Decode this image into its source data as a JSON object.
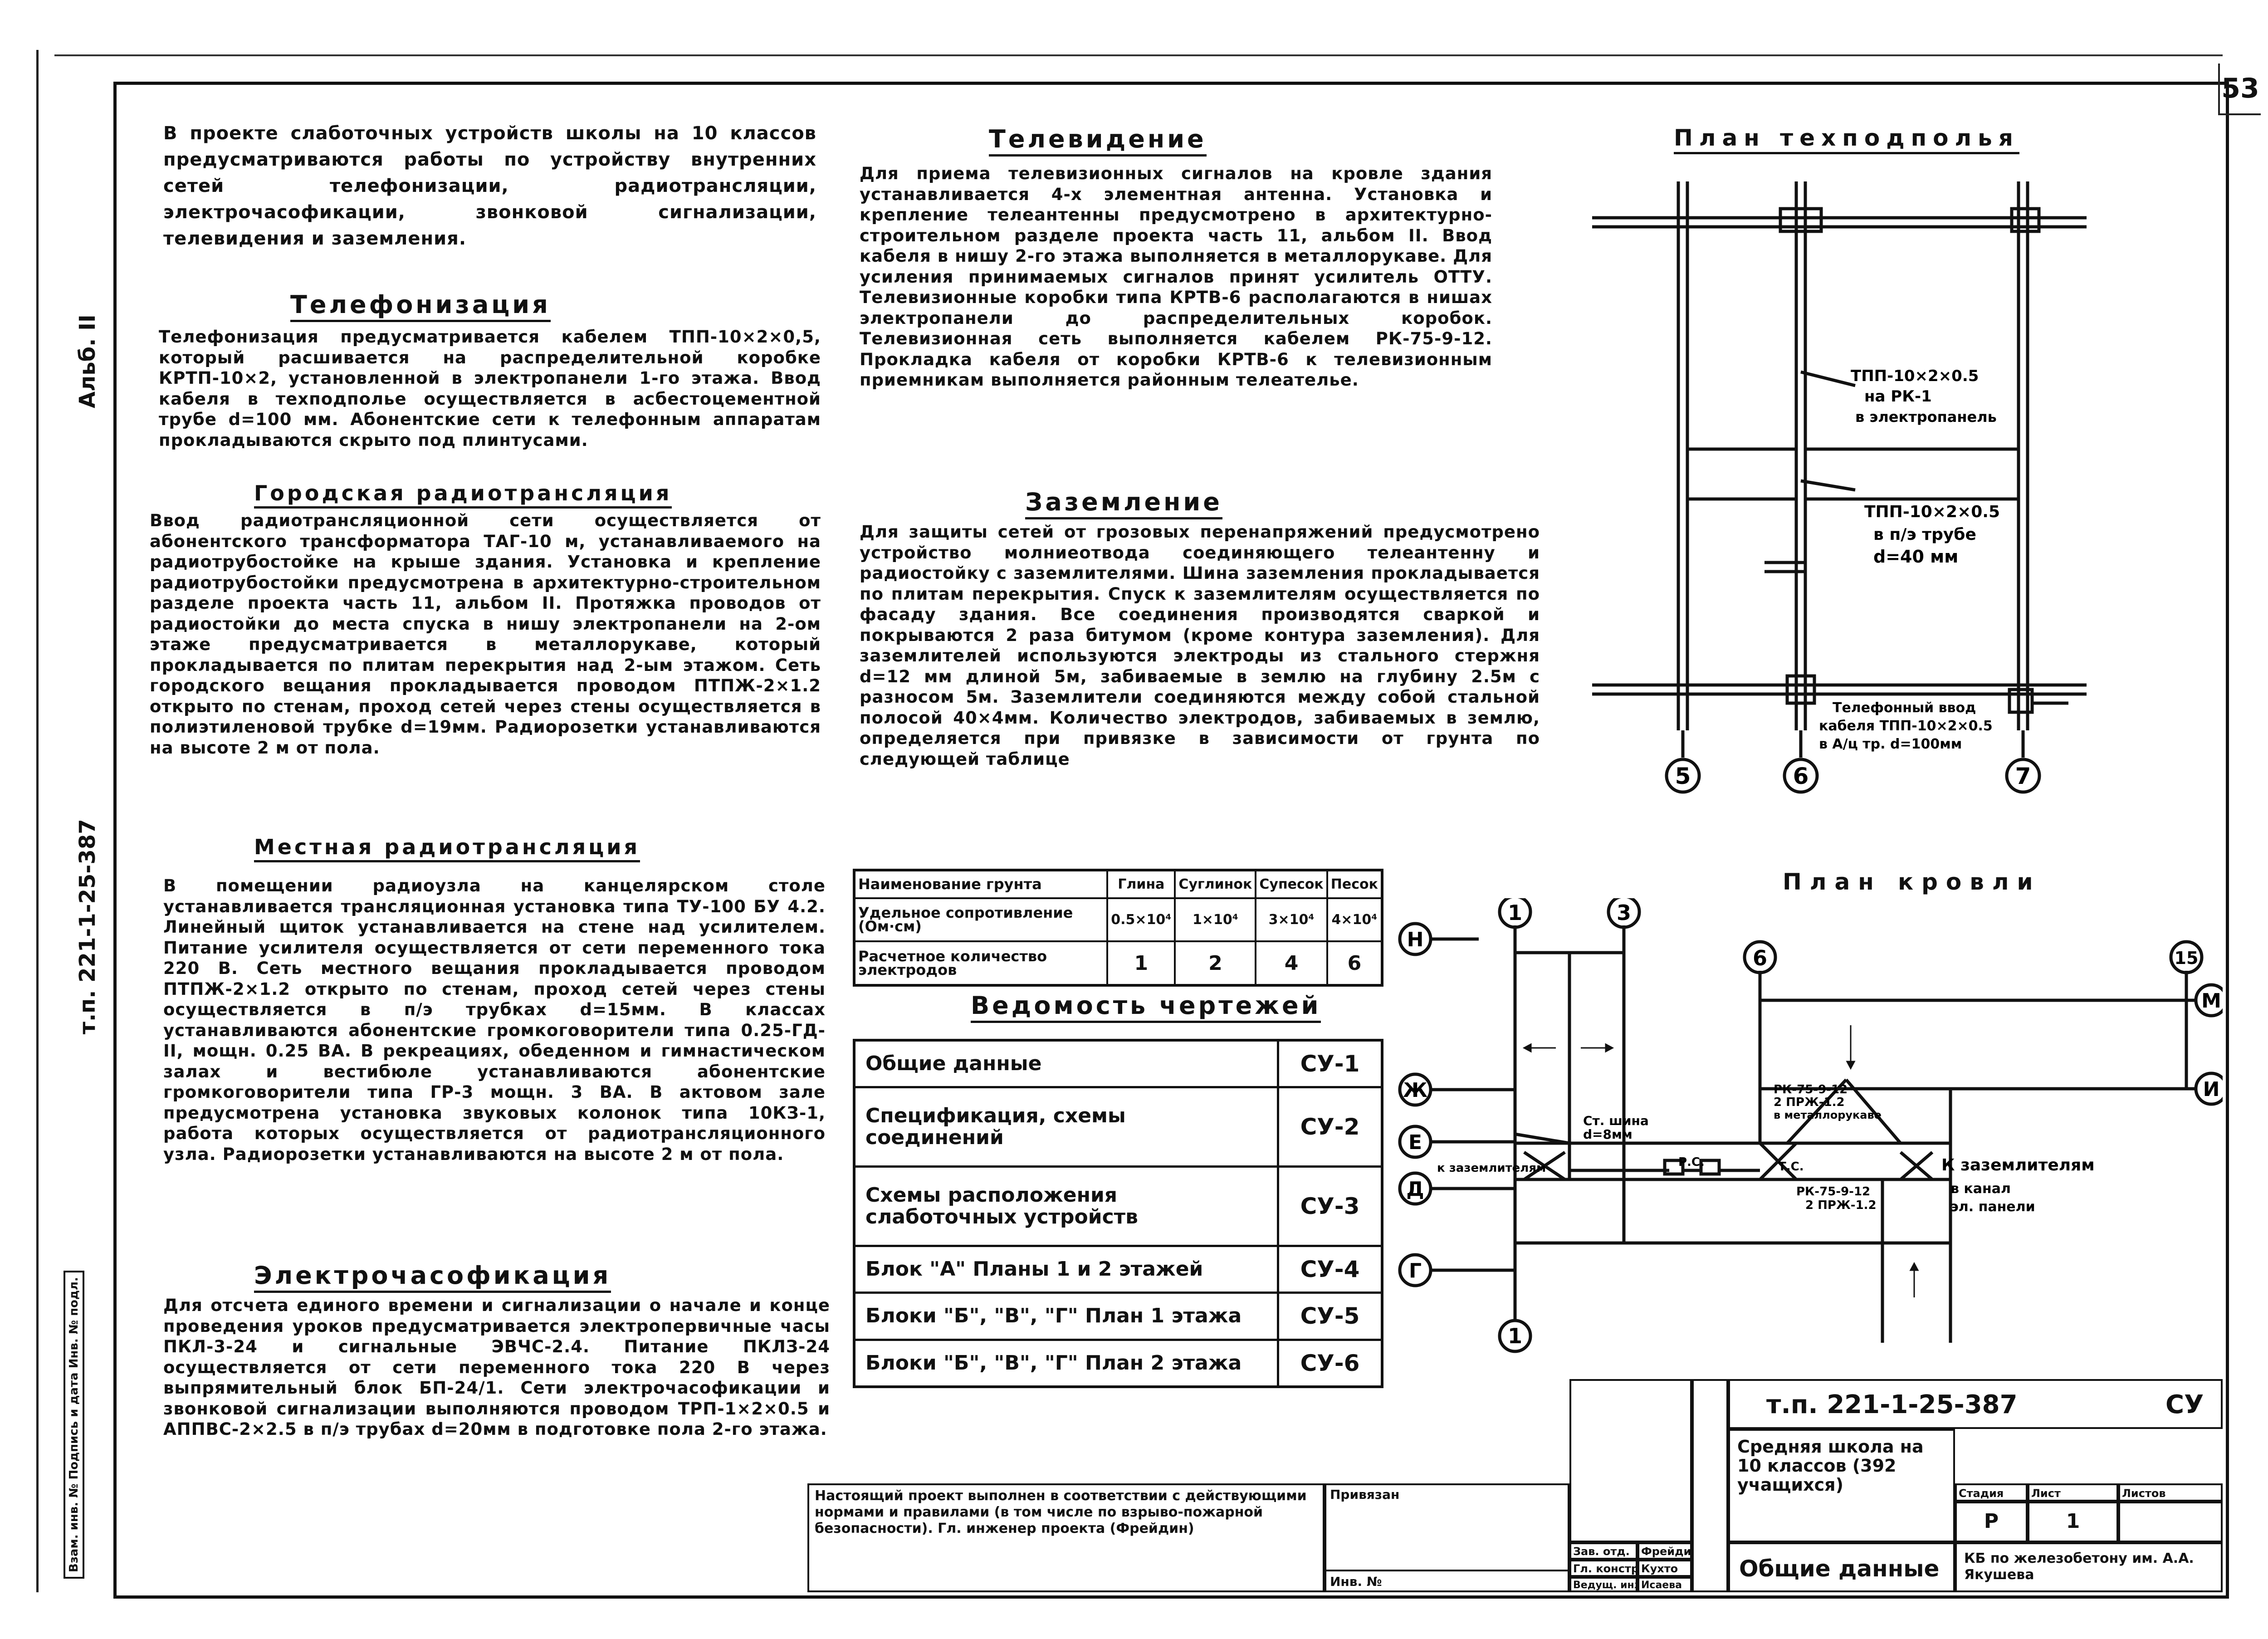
{
  "page_number": "53",
  "side": {
    "album": "Альб. II",
    "project_code": "т.п. 221-1-25-387",
    "stamp": "Взам. инв. № Подпись и дата Инв. № подл."
  },
  "intro": "В проекте слаботочных устройств школы на 10 классов предусматриваются работы по устройству внутренних сетей телефонизации, радиотрансляции, электрочасофикации, звонковой сигнализации, телевидения и заземления.",
  "sections": {
    "telephone": {
      "title": "Телефонизация",
      "text": "Телефонизация предусматривается кабелем ТПП-10×2×0,5, который расшивается на распределительной коробке КРТП-10×2, установленной в электропанели 1-го этажа. Ввод кабеля в техподполье осуществляется в асбестоцементной трубе d=100 мм. Абонентские сети к телефонным аппаратам прокладываются скрыто под плинтусами."
    },
    "radio_city": {
      "title": "Городская радиотрансляция",
      "text": "Ввод радиотрансляционной сети осуществляется от абонентского трансформатора ТАГ-10 м, устанавливаемого на радиотрубостойке на крыше здания. Установка и крепление радиотрубостойки предусмотрена в архитектурно-строительном разделе проекта часть 11, альбом II. Протяжка проводов от радиостойки до места спуска в нишу электропанели на 2-ом этаже предусматривается в металлорукаве, который прокладывается по плитам перекрытия над 2-ым этажом. Сеть городского вещания прокладывается проводом ПТПЖ-2×1.2 открыто по стенам, проход сетей через стены осуществляется в полиэтиленовой трубке d=19мм. Радиорозетки устанавливаются на высоте 2 м от пола."
    },
    "radio_local": {
      "title": "Местная радиотрансляция",
      "text": "В помещении радиоузла на канцелярском столе устанавливается трансляционная установка типа ТУ-100 БУ 4.2. Линейный щиток устанавливается на стене над усилителем. Питание усилителя осуществляется от сети переменного тока 220 В. Сеть местного вещания прокладывается проводом ПТПЖ-2×1.2 открыто по стенам, проход сетей через стены осуществляется в п/э трубках d=15мм. В классах устанавливаются абонентские громкоговорители типа 0.25-ГД-II, мощн. 0.25 ВА. В рекреациях, обеденном и гимнастическом залах и вестибюле устанавливаются абонентские громкоговорители типа ГР-3 мощн. 3 ВА. В актовом зале предусмотрена установка звуковых колонок типа 10КЗ-1, работа которых осуществляется от радиотрансляционного узла. Радиорозетки устанавливаются на высоте 2 м от пола."
    },
    "clock": {
      "title": "Электрочасофикация",
      "text": "Для отсчета единого времени и сигнализации о начале и конце проведения уроков предусматривается электропервичные часы ПКЛ-3-24 и сигнальные ЭВЧС-2.4. Питание ПКЛЗ-24 осуществляется от сети переменного тока 220 В через выпрямительный блок БП-24/1. Сети электрочасофикации и звонковой сигнализации выполняются проводом ТРП-1×2×0.5 и АППВС-2×2.5 в п/э трубах d=20мм в подготовке пола 2-го этажа."
    },
    "tv": {
      "title": "Телевидение",
      "text": "Для приема телевизионных сигналов на кровле здания устанавливается 4-х элементная антенна. Установка и крепление телеантенны предусмотрено в архитектурно-строительном разделе проекта часть 11, альбом II. Ввод кабеля в нишу 2-го этажа выполняется в металлорукаве. Для усиления принимаемых сигналов принят усилитель ОТТУ. Телевизионные коробки типа КРТВ-6 располагаются в нишах электропанели до распределительных коробок. Телевизионная сеть выполняется кабелем РК-75-9-12. Прокладка кабеля от коробки КРТВ-6 к телевизионным приемникам выполняется районным телеателье."
    },
    "ground": {
      "title": "Заземление",
      "text": "Для защиты сетей от грозовых перенапряжений предусмотрено устройство молниеотвода соединяющего телеантенну и радиостойку с заземлителями. Шина заземления прокладывается по плитам перекрытия. Спуск к заземлителям осуществляется по фасаду здания. Все соединения производятся сваркой и покрываются 2 раза битумом (кроме контура заземления). Для заземлителей используются электроды из стального стержня d=12 мм длиной 5м, забиваемые в землю на глубину 2.5м с разносом 5м. Заземлители соединяются между собой стальной полосой 40×4мм. Количество электродов, забиваемых в землю, определяется при привязке в зависимости от грунта по следующей таблице"
    }
  },
  "soil_table": {
    "headers": [
      "Наименование грунта",
      "Глина",
      "Суглинок",
      "Супесок",
      "Песок"
    ],
    "rows": [
      [
        "Удельное сопротивление (Ом·см)",
        "0.5×10⁴",
        "1×10⁴",
        "3×10⁴",
        "4×10⁴"
      ],
      [
        "Расчетное количество электродов",
        "1",
        "2",
        "4",
        "6"
      ]
    ]
  },
  "sheets": {
    "title": "Ведомость чертежей",
    "rows": [
      {
        "name": "Общие данные",
        "code": "СУ-1"
      },
      {
        "name": "Спецификация, схемы соединений",
        "code": "СУ-2"
      },
      {
        "name": "Схемы расположения слаботочных устройств",
        "code": "СУ-3"
      },
      {
        "name": "Блок \"А\" Планы 1 и 2 этажей",
        "code": "СУ-4"
      },
      {
        "name": "Блоки \"Б\", \"В\", \"Г\" План 1 этажа",
        "code": "СУ-5"
      },
      {
        "name": "Блоки \"Б\", \"В\", \"Г\" План 2 этажа",
        "code": "СУ-6"
      }
    ]
  },
  "plan_basement": {
    "title": "План техподполья",
    "note1": [
      "ТПП-10×2×0.5",
      "на РК-1",
      "в электропанель"
    ],
    "note2": [
      "ТПП-10×2×0.5",
      "в п/э трубе",
      "d=40 мм"
    ],
    "note3": [
      "Телефонный ввод",
      "кабеля ТПП-10×2×0.5",
      "в А/ц тр. d=100мм"
    ],
    "axes": [
      "5",
      "6",
      "7"
    ]
  },
  "plan_roof": {
    "title": "План кровли",
    "axes_top": [
      "1",
      "3",
      "6",
      "15"
    ],
    "axes_left": [
      "Н",
      "Ж",
      "Е",
      "Д",
      "Г"
    ],
    "axes_right": [
      "М",
      "И"
    ],
    "axis_bottom": "1",
    "labels": {
      "st_shina": [
        "Ст. шина",
        "d=8мм"
      ],
      "rk_top": [
        "РК-75-9-12",
        "2 ПРЖ-1.2",
        "в металлорукаве"
      ],
      "rk_bottom": [
        "РК-75-9-12",
        "2 ПРЖ-1.2"
      ],
      "to_ground_left": [
        "к заземлителям"
      ],
      "to_ground_right": [
        "К заземлителям",
        "в канал",
        "эл. панели"
      ],
      "rs": "Р.С.",
      "ts": "Т.С."
    }
  },
  "title_block": {
    "code": "т.п. 221-1-25-387",
    "mark": "СУ",
    "school": "Средняя школа на 10 классов (392 учащихся)",
    "sheet_name": "Общие данные",
    "stage_h": "Стадия",
    "sheet_h": "Лист",
    "sheets_h": "Листов",
    "stage": "Р",
    "sheet": "1",
    "org": "КБ по железобетону им. А.А. Якушева",
    "note": "Настоящий проект выполнен в соответствии с действующими нормами и правилами (в том числе по взрыво-пожарной безопасности). Гл. инженер проекта (Фрейдин)",
    "privyazan": "Привязан",
    "inv": "Инв. №",
    "people": [
      [
        "Зав. отд.",
        "Фрейдин"
      ],
      [
        "Гл. констр.",
        "Кухто"
      ],
      [
        "Ведущ. инж.",
        "Исаева"
      ]
    ]
  }
}
